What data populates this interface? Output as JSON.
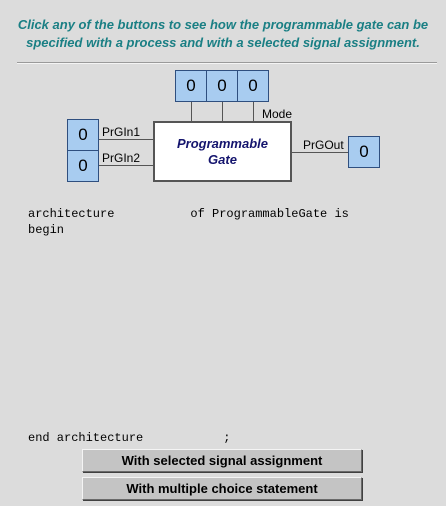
{
  "instructions": "Click any of the buttons to see how the programmable gate can be specified with a process and with a selected signal assignment.",
  "diagram": {
    "gate_label_line1": "Programmable",
    "gate_label_line2": "Gate",
    "mode_bits": [
      "0",
      "0",
      "0"
    ],
    "mode_label": "Mode",
    "input1_label": "PrGIn1",
    "input2_label": "PrGIn2",
    "input1_value": "0",
    "input2_value": "0",
    "output_label": "PrGOut",
    "output_value": "0"
  },
  "code": {
    "line1_keyword": "architecture",
    "line1_rest": "of ProgrammableGate is",
    "line2": "begin",
    "end_line": "end architecture",
    "end_semicolon": ";"
  },
  "buttons": {
    "selected_signal": "With selected signal assignment",
    "multiple_choice": "With multiple choice statement"
  },
  "colors": {
    "instruction_text": "#1a7f84",
    "bit_box_fill": "#a8ccf0",
    "gate_text": "#15156e",
    "background": "#dcdcdc"
  }
}
